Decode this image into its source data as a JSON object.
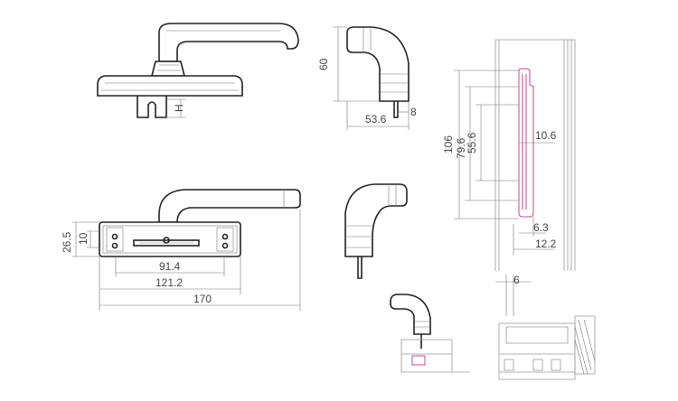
{
  "drawing": {
    "dimensions": {
      "height_h": "H",
      "side_height": "60",
      "side_width": "53.6",
      "side_spindle": "8",
      "slot_height": "106",
      "slot_offset": "79.6",
      "slot_inner": "55.6",
      "slot_width": "10.6",
      "bottom_gap": "6.3",
      "rail_depth": "12.2",
      "base_height": "26.5",
      "base_inner": "10",
      "hole_spacing": "91.4",
      "base_length": "121.2",
      "overall_length": "170",
      "section_gap": "6"
    }
  }
}
